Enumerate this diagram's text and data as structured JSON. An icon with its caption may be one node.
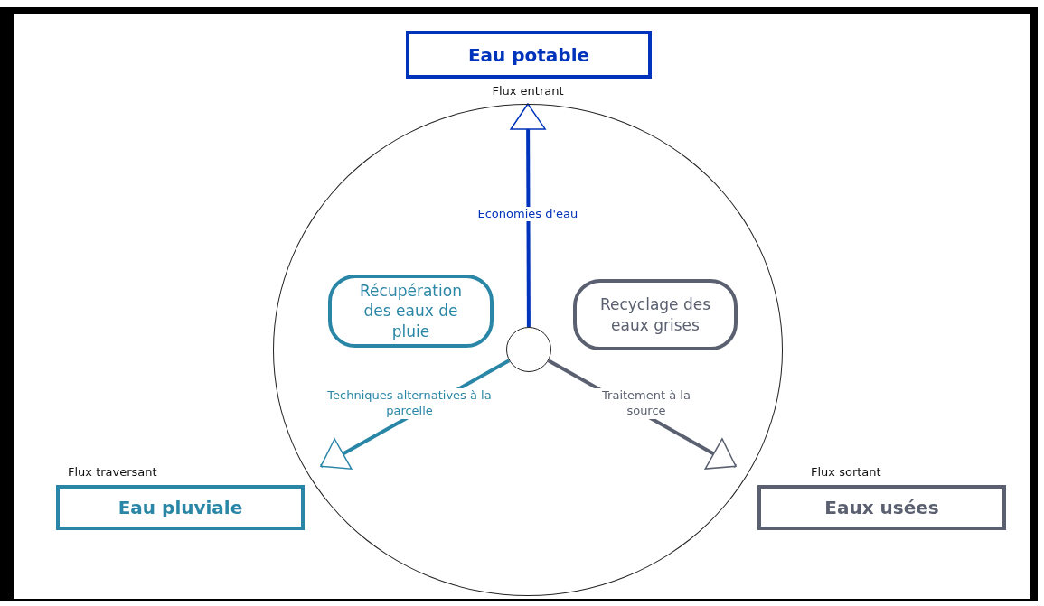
{
  "diagram": {
    "nodes": [
      {
        "text": [
          "Eau potable"
        ],
        "beside": [
          "Flux entrant"
        ]
      },
      {
        "text": [],
        "shape": "circle"
      },
      {
        "text": [
          "Récupération des eaux de pluie"
        ],
        "in": 1
      },
      {
        "text": [
          "Recyclage des eaux grises"
        ],
        "in": 1
      },
      {
        "text": [],
        "shape": "circle",
        "in": 1
      },
      {
        "text": [
          "Eau pluviale"
        ],
        "beside": [
          "Flux traversant"
        ]
      },
      {
        "text": [
          "Eaux usées"
        ],
        "beside": [
          "Flux sortant"
        ]
      }
    ],
    "edges": [
      {
        "from": 4,
        "to": 0,
        "arrow": "to",
        "label": "Economies d'eau",
        "color": "#0033bb"
      },
      {
        "from": 4,
        "to": 5,
        "arrow": "to",
        "label": "Techniques alternatives à la parcelle",
        "color": "#2a86a6"
      },
      {
        "from": 4,
        "to": 6,
        "arrow": "to",
        "label": "Traitement à la source",
        "color": "#5a6070"
      }
    ]
  }
}
